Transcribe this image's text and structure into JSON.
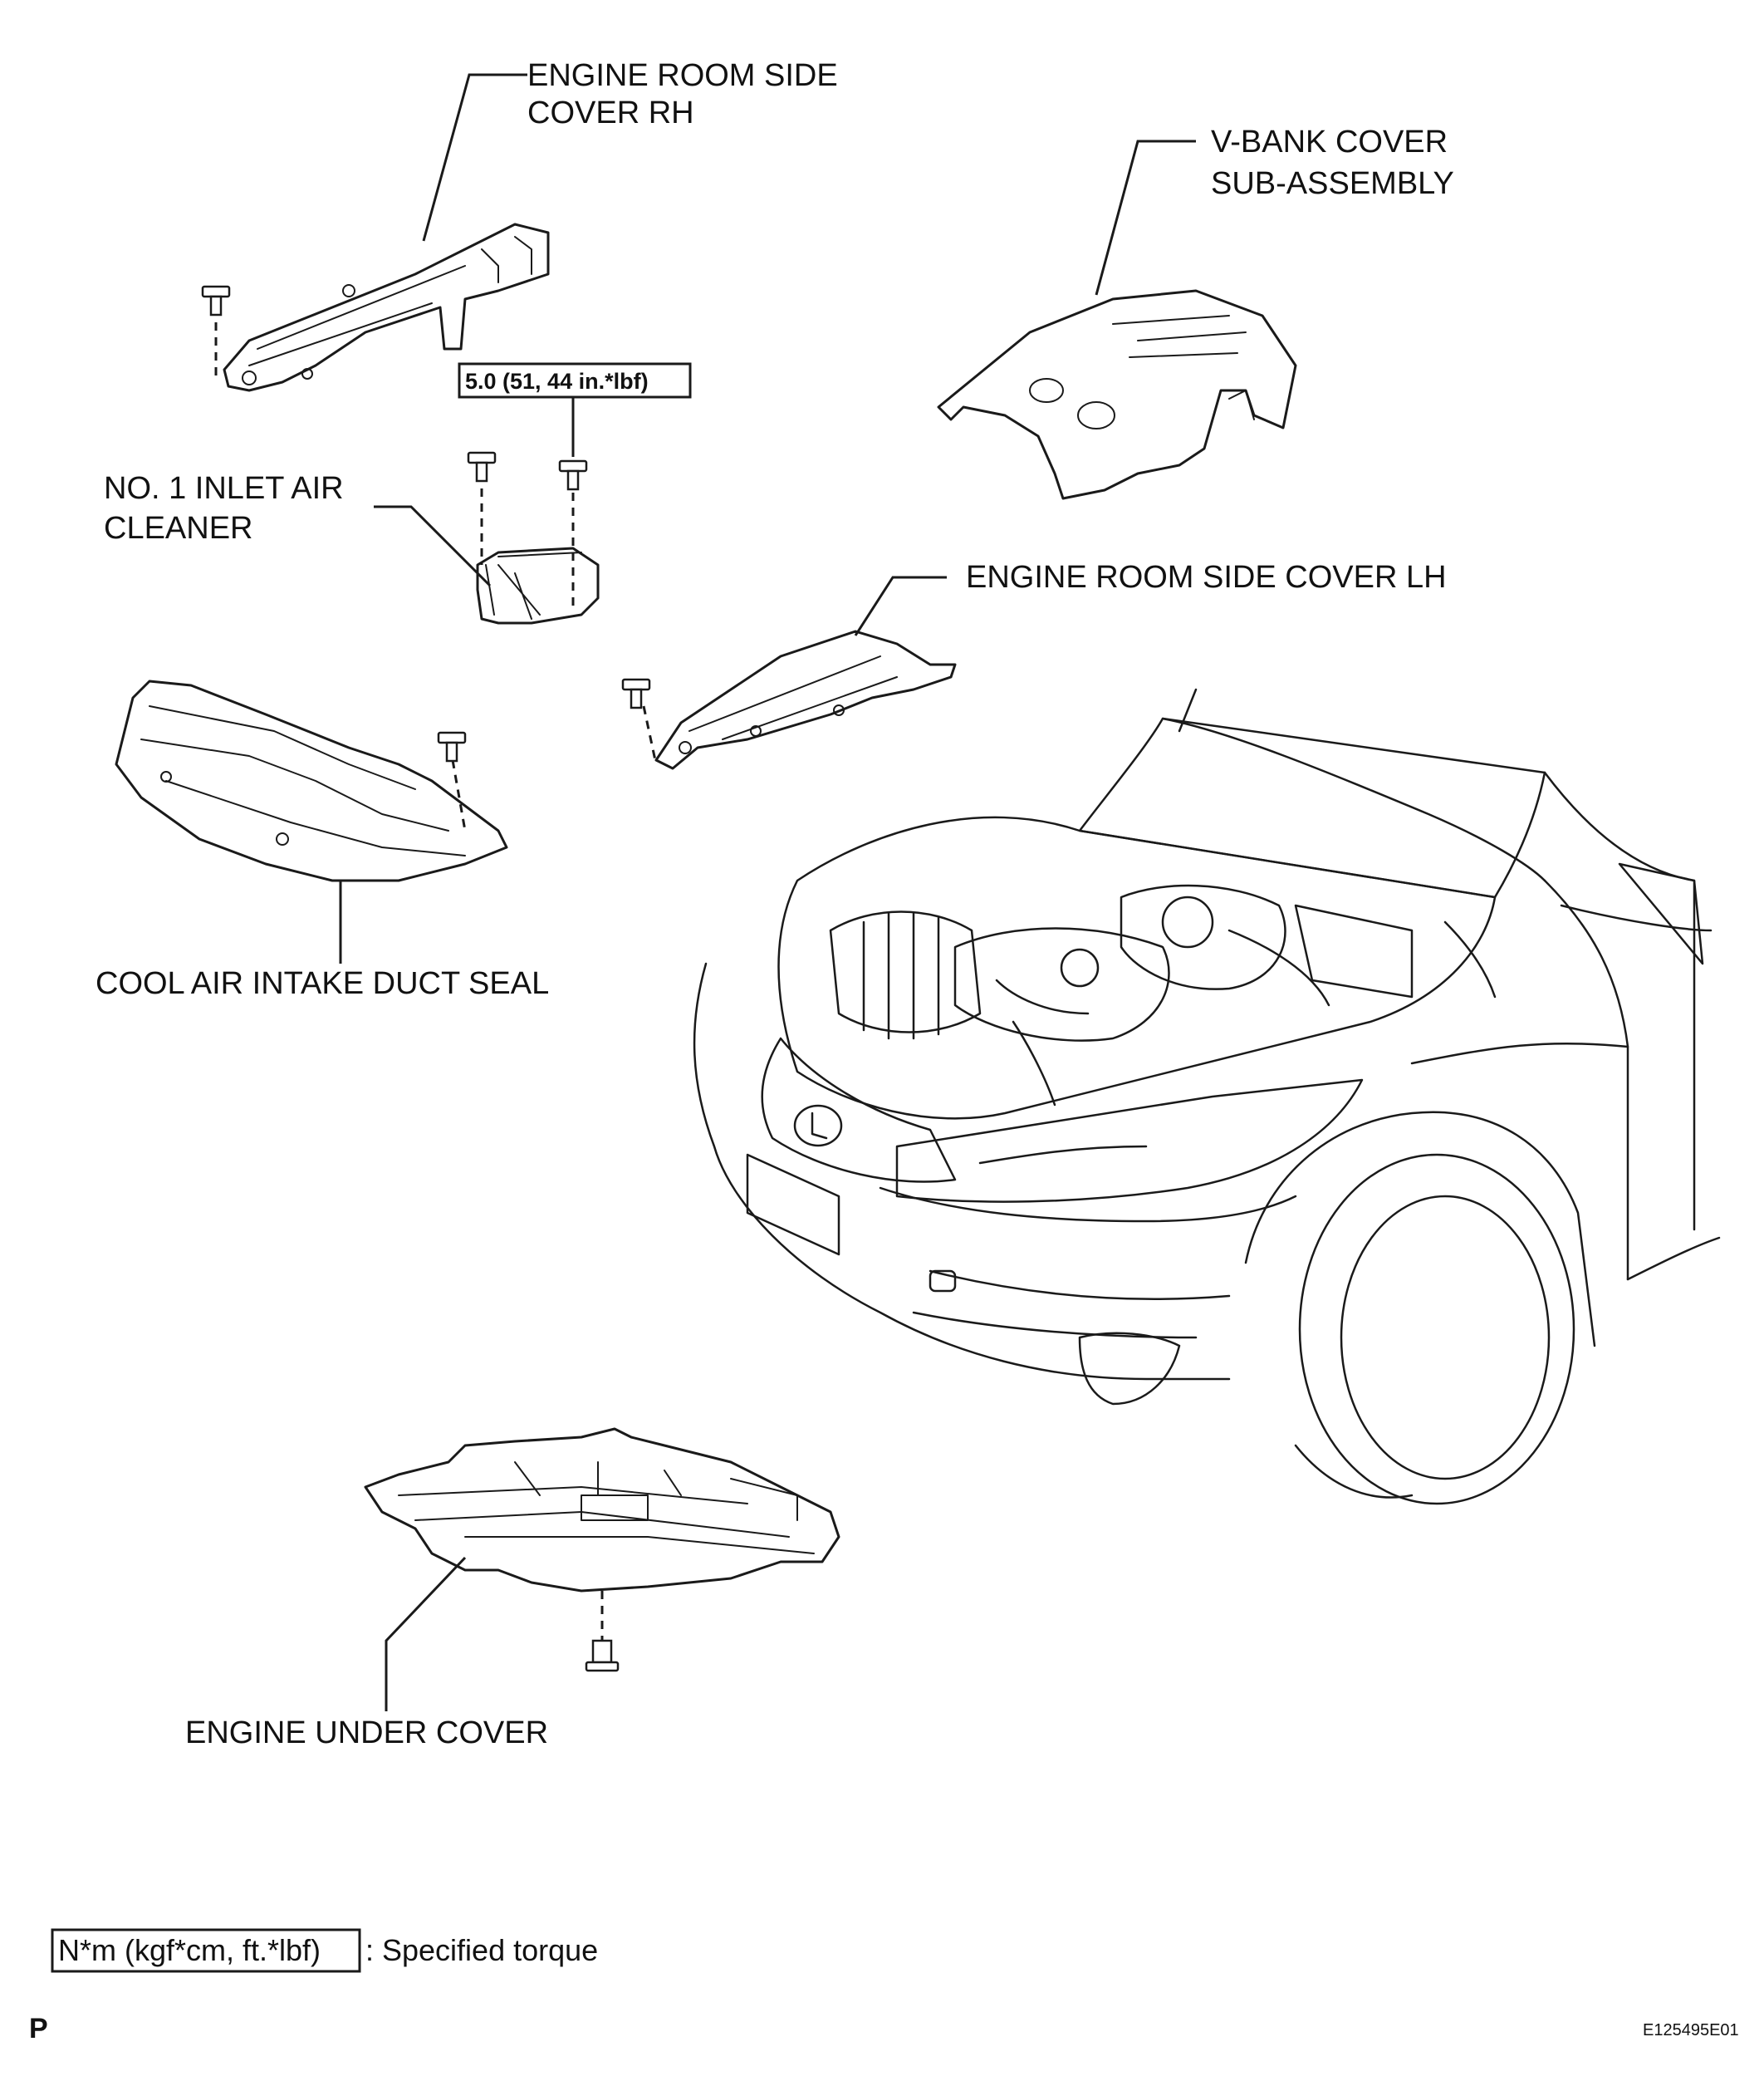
{
  "labels": {
    "engine_room_side_cover_rh": [
      "ENGINE ROOM SIDE",
      "COVER RH"
    ],
    "v_bank_cover": [
      "V-BANK COVER",
      "SUB-ASSEMBLY"
    ],
    "inlet_air_cleaner": [
      "NO. 1 INLET AIR",
      "CLEANER"
    ],
    "engine_room_side_cover_lh": "ENGINE ROOM SIDE COVER LH",
    "cool_air_intake_duct_seal": "COOL AIR INTAKE DUCT SEAL",
    "engine_under_cover": "ENGINE UNDER COVER"
  },
  "torque_spec": "5.0 (51, 44 in.*lbf)",
  "legend": {
    "unit": "N*m (kgf*cm, ft.*lbf)",
    "description": ": Specified torque"
  },
  "corner_mark": "P",
  "figure_id": "E125495E01"
}
